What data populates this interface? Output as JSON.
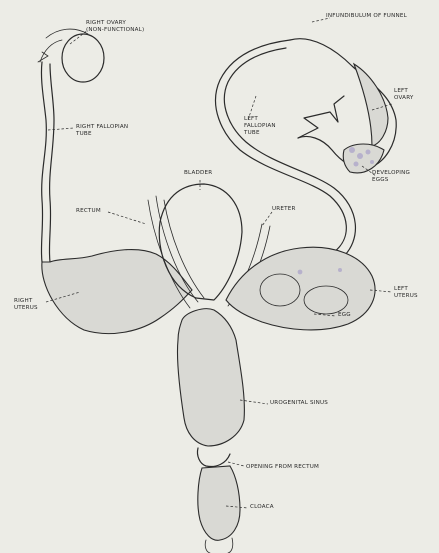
{
  "labels": {
    "right_ovary": "RIGHT OVARY\n(NON-FUNCTIONAL)",
    "infundibulum": "INFUNDIBULUM OF FUNNEL",
    "left_ovary": "LEFT\nOVARY",
    "left_fallopian_tube": "LEFT\nFALLOPIAN\nTUBE",
    "developing_eggs": "DEVELOPING\nEGGS",
    "right_fallopian_tube": "RIGHT FALLOPIAN\nTUBE",
    "bladder": "BLADDER",
    "rectum": "RECTUM",
    "ureter": "URETER",
    "right_uterus": "RIGHT\nUTERUS",
    "left_uterus": "LEFT\nUTERUS",
    "egg": "EGG",
    "urogenital_sinus": "UROGENITAL SINUS",
    "opening_from_rectum": "OPENING FROM RECTUM",
    "cloaca": "CLOACA"
  },
  "colors": {
    "ink": "#2b2b2b",
    "paper": "#ecece6",
    "egg_tint": "#9b8fc4"
  }
}
